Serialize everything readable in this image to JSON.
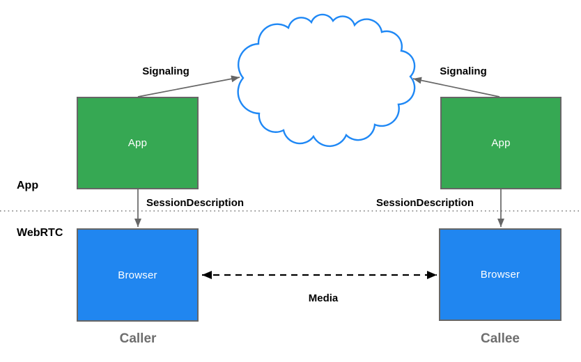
{
  "diagram": {
    "type": "architecture-diagram",
    "subject": "WebRTC signaling and media paths between two peers",
    "layers": {
      "top_label": "App",
      "bottom_label": "WebRTC"
    },
    "nodes": {
      "caller_app_label": "App",
      "callee_app_label": "App",
      "caller_browser_label": "Browser",
      "callee_browser_label": "Browser"
    },
    "edges": {
      "signaling_left_label": "Signaling",
      "signaling_right_label": "Signaling",
      "session_left_label": "SessionDescription",
      "session_right_label": "SessionDescription",
      "media_label": "Media"
    },
    "roles": {
      "caller": "Caller",
      "callee": "Callee"
    },
    "icons": {
      "cloud": "network-cloud"
    },
    "colors": {
      "app_box_fill": "#36a853",
      "browser_box_fill": "#2086f0",
      "cloud_stroke": "#1f88f5",
      "box_border": "#666666",
      "signaling_arrow": "#666666",
      "media_arrow": "#000000",
      "divider_dots": "#777777",
      "edge_label_text": "#000000",
      "role_label_text": "#6e6e6e",
      "node_label_text": "#ffffff"
    }
  }
}
